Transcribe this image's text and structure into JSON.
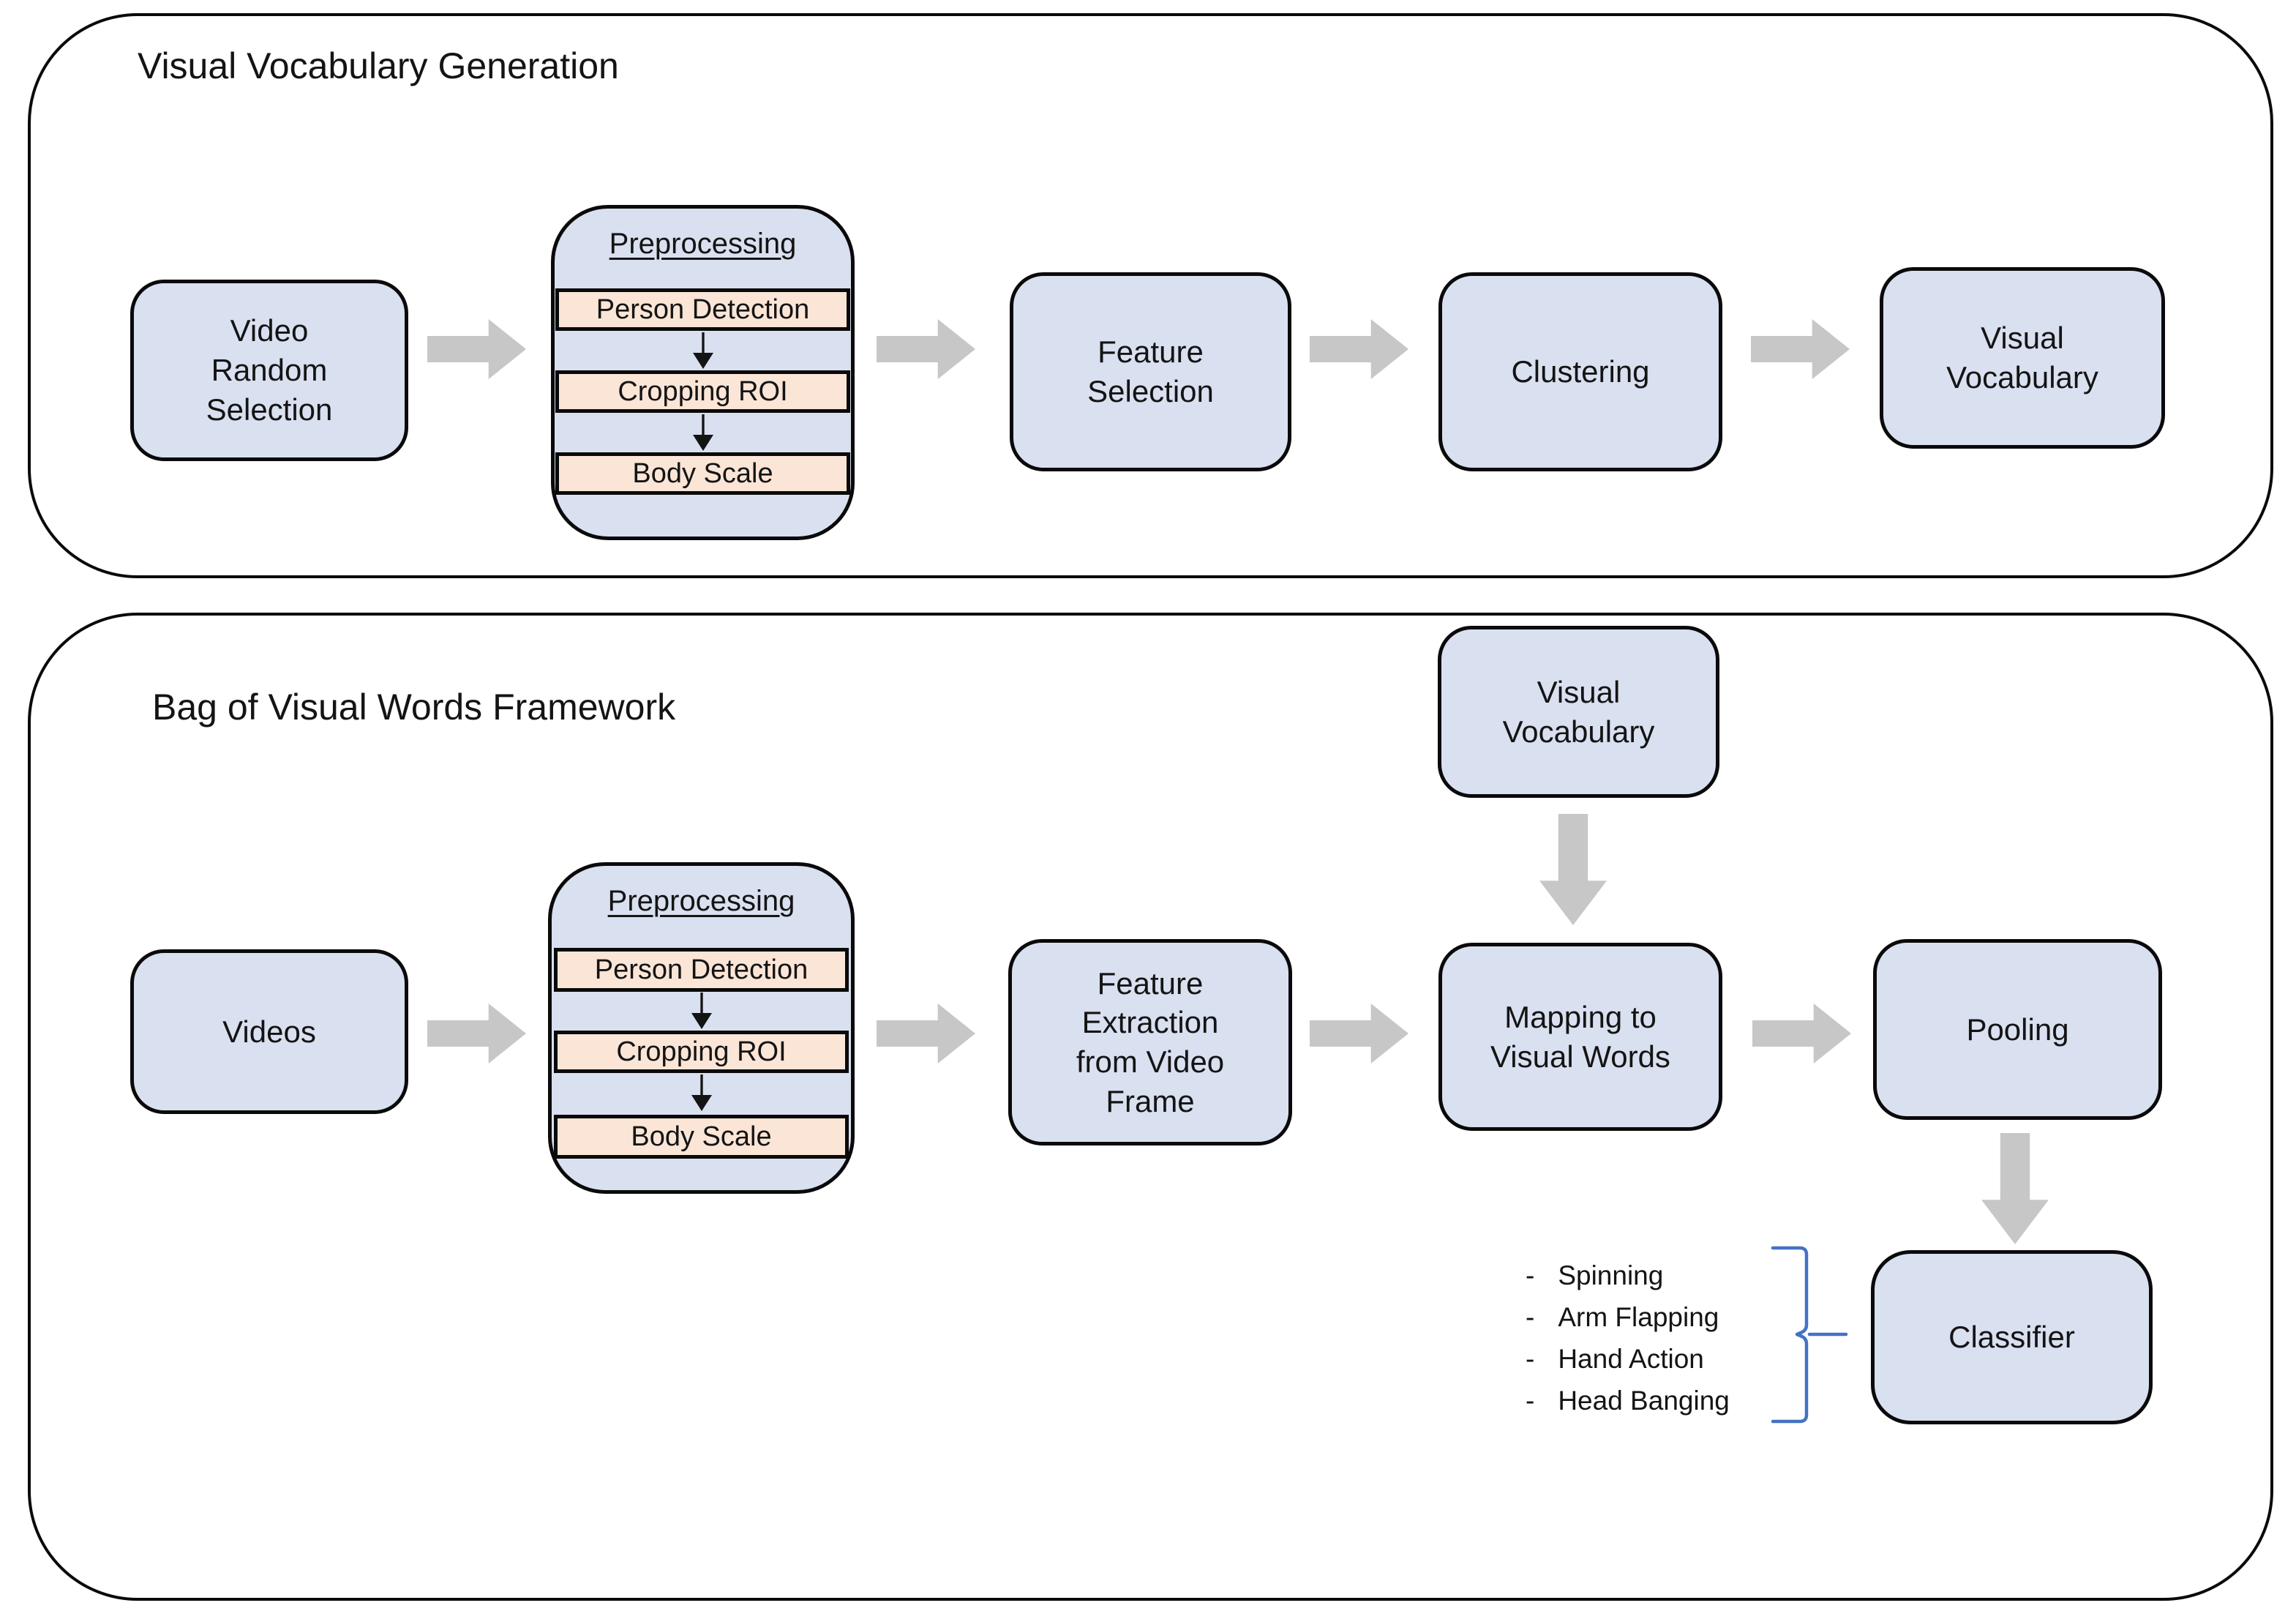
{
  "diagram": {
    "colors": {
      "box-fill": "#d9e0f0",
      "bar-fill": "#fbe5d6",
      "arrow": "#c7c7c7",
      "border": "#0a0a0a",
      "brace": "#4472c4",
      "text": "#141414",
      "background": "#ffffff"
    },
    "section1": {
      "title": "Visual Vocabulary Generation",
      "video_random_selection": "Video\nRandom\nSelection",
      "preprocessing": {
        "title": "Preprocessing",
        "steps": [
          "Person Detection",
          "Cropping ROI",
          "Body Scale"
        ]
      },
      "feature_selection": "Feature\nSelection",
      "clustering": "Clustering",
      "visual_vocabulary": "Visual\nVocabulary"
    },
    "section2": {
      "title": "Bag of Visual Words Framework",
      "visual_vocabulary": "Visual\nVocabulary",
      "videos": "Videos",
      "preprocessing": {
        "title": "Preprocessing",
        "steps": [
          "Person Detection",
          "Cropping ROI",
          "Body Scale"
        ]
      },
      "feature_extraction": "Feature\nExtraction\nfrom Video\nFrame",
      "mapping": "Mapping to\nVisual Words",
      "pooling": "Pooling",
      "classifier": "Classifier",
      "behaviors": {
        "bullet": "-",
        "items": [
          "Spinning",
          "Arm Flapping",
          "Hand Action",
          "Head Banging"
        ]
      }
    }
  }
}
